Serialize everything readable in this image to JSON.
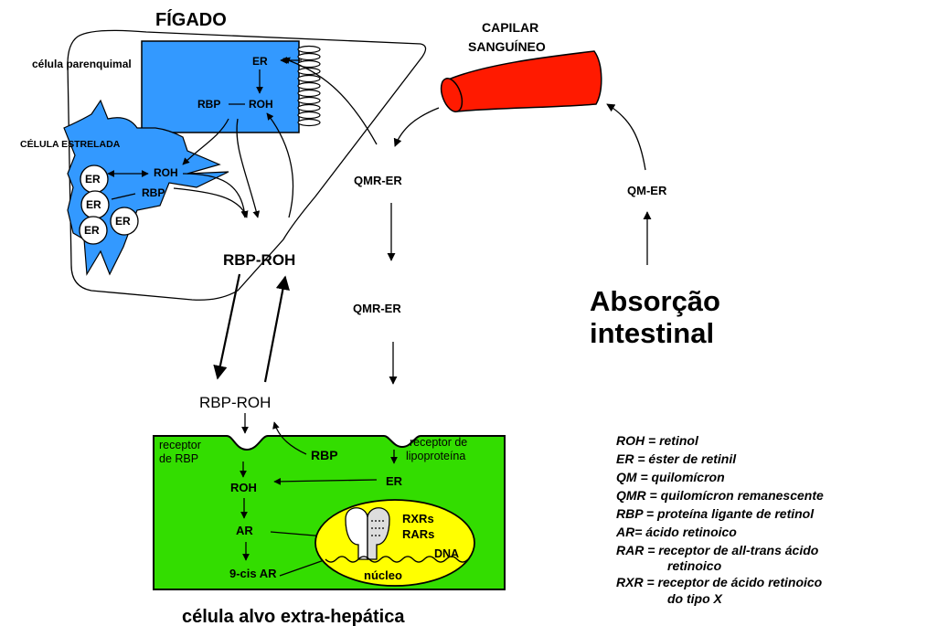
{
  "liver": {
    "title": "FÍGADO",
    "parenchymal_cell": "célula parenquimal",
    "stellate_cell": "CÉLULA ESTRELADA",
    "er_parenchymal": "ER",
    "rbp_parenchymal": "RBP",
    "roh_parenchymal": "ROH",
    "roh_stellate": "ROH",
    "rbp_stellate": "RBP",
    "er_droplets": [
      "ER",
      "ER",
      "ER",
      "ER"
    ],
    "rbp_roh_liver": "RBP-ROH"
  },
  "capillary": {
    "line1": "CAPILAR",
    "line2": "SANGUÍNEO",
    "color": "#ff1a00"
  },
  "intestine": {
    "qm_er": "QM-ER",
    "absorption_line1": "Absorção",
    "absorption_line2": "intestinal"
  },
  "chylomicron_path": {
    "qmr_er_upper": "QMR-ER",
    "qmr_er_lower": "QMR-ER"
  },
  "target_cell": {
    "rbp_roh": "RBP-ROH",
    "rbp_receptor": "receptor de RBP",
    "rbp": "RBP",
    "lipoprotein_receptor": "receptor de lipoproteína",
    "er": "ER",
    "roh": "ROH",
    "ar": "AR",
    "nine_cis_ar": "9-cis AR",
    "rxrs": "RXRs",
    "rars": "RARs",
    "dna": "DNA",
    "nucleus": "núcleo",
    "caption": "célula alvo extra-hepática",
    "cell_color": "#33dd00",
    "nucleus_color": "#ffff00"
  },
  "colors": {
    "cell_blue": "#3399ff",
    "outline": "#000000"
  },
  "legend": [
    "ROH = retinol",
    "ER = éster de retinil",
    "QM = quilomícron",
    "QMR = quilomícron remanescente",
    "RBP = proteína ligante de retinol",
    "AR= ácido retinoico",
    "RAR = receptor de all-trans ácido",
    "retinoico",
    "RXR = receptor de ácido retinoico",
    "do tipo X"
  ]
}
